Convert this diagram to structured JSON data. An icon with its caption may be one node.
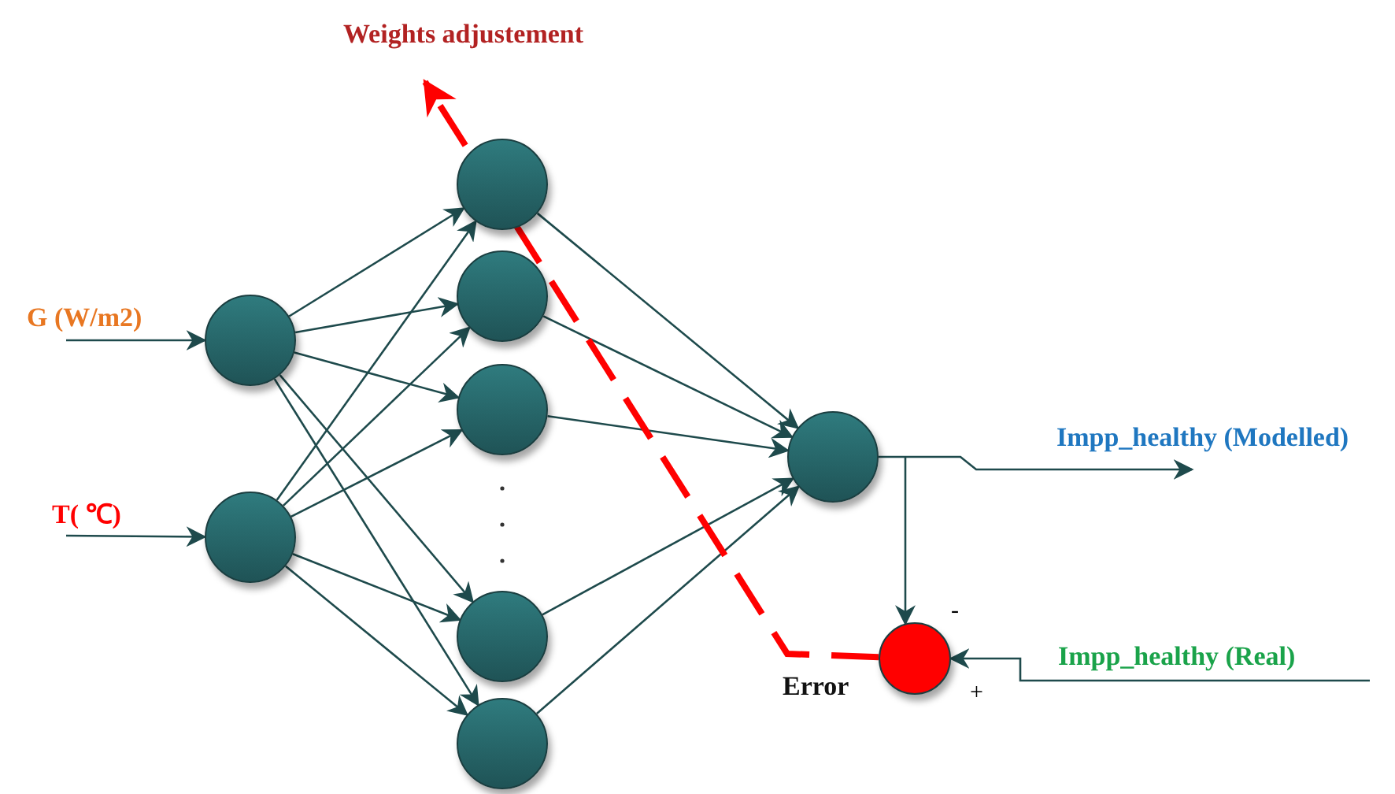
{
  "diagram": {
    "nodes": [
      {
        "text": [],
        "shape": "circle"
      },
      {
        "text": [],
        "shape": "circle"
      },
      {
        "text": [],
        "shape": "circle"
      },
      {
        "text": [],
        "shape": "circle"
      },
      {
        "text": [],
        "shape": "circle"
      },
      {
        "text": [],
        "shape": "circle"
      },
      {
        "text": [],
        "shape": "circle"
      },
      {
        "text": [],
        "shape": "circle"
      },
      {
        "text": [],
        "shape": "circle",
        "beside": [
          "Error"
        ]
      }
    ],
    "edges": [
      {
        "from": null,
        "to": 0,
        "arrow": "to",
        "label": "G (W/m2)"
      },
      {
        "from": null,
        "to": 1,
        "arrow": "to",
        "label": "T( ℃)"
      },
      {
        "from": 0,
        "to": 2,
        "arrow": "to"
      },
      {
        "from": 0,
        "to": 3,
        "arrow": "to"
      },
      {
        "from": 0,
        "to": 4,
        "arrow": "to"
      },
      {
        "from": 0,
        "to": 5,
        "arrow": "to"
      },
      {
        "from": 0,
        "to": 6,
        "arrow": "to"
      },
      {
        "from": 1,
        "to": 2,
        "arrow": "to"
      },
      {
        "from": 1,
        "to": 3,
        "arrow": "to"
      },
      {
        "from": 1,
        "to": 4,
        "arrow": "to"
      },
      {
        "from": 1,
        "to": 5,
        "arrow": "to"
      },
      {
        "from": 1,
        "to": 6,
        "arrow": "to"
      },
      {
        "from": 2,
        "to": 7,
        "arrow": "to"
      },
      {
        "from": 3,
        "to": 7,
        "arrow": "to"
      },
      {
        "from": 4,
        "to": 7,
        "arrow": "to"
      },
      {
        "from": 5,
        "to": 7,
        "arrow": "to"
      },
      {
        "from": 6,
        "to": 7,
        "arrow": "to"
      },
      {
        "from": 7,
        "to": null,
        "arrow": "to",
        "label": "Impp_healthy (Modelled)"
      },
      {
        "from": 7,
        "to": 8,
        "arrow": "to"
      },
      {
        "from": null,
        "to": 8,
        "arrow": "to",
        "label": "Impp_healthy (Real)"
      },
      {
        "from": 8,
        "to": null,
        "arrow": "to",
        "label": "Weights adjustement",
        "style": "dashed",
        "color": "#ff0000"
      }
    ],
    "labels": [
      "-",
      "+"
    ]
  }
}
